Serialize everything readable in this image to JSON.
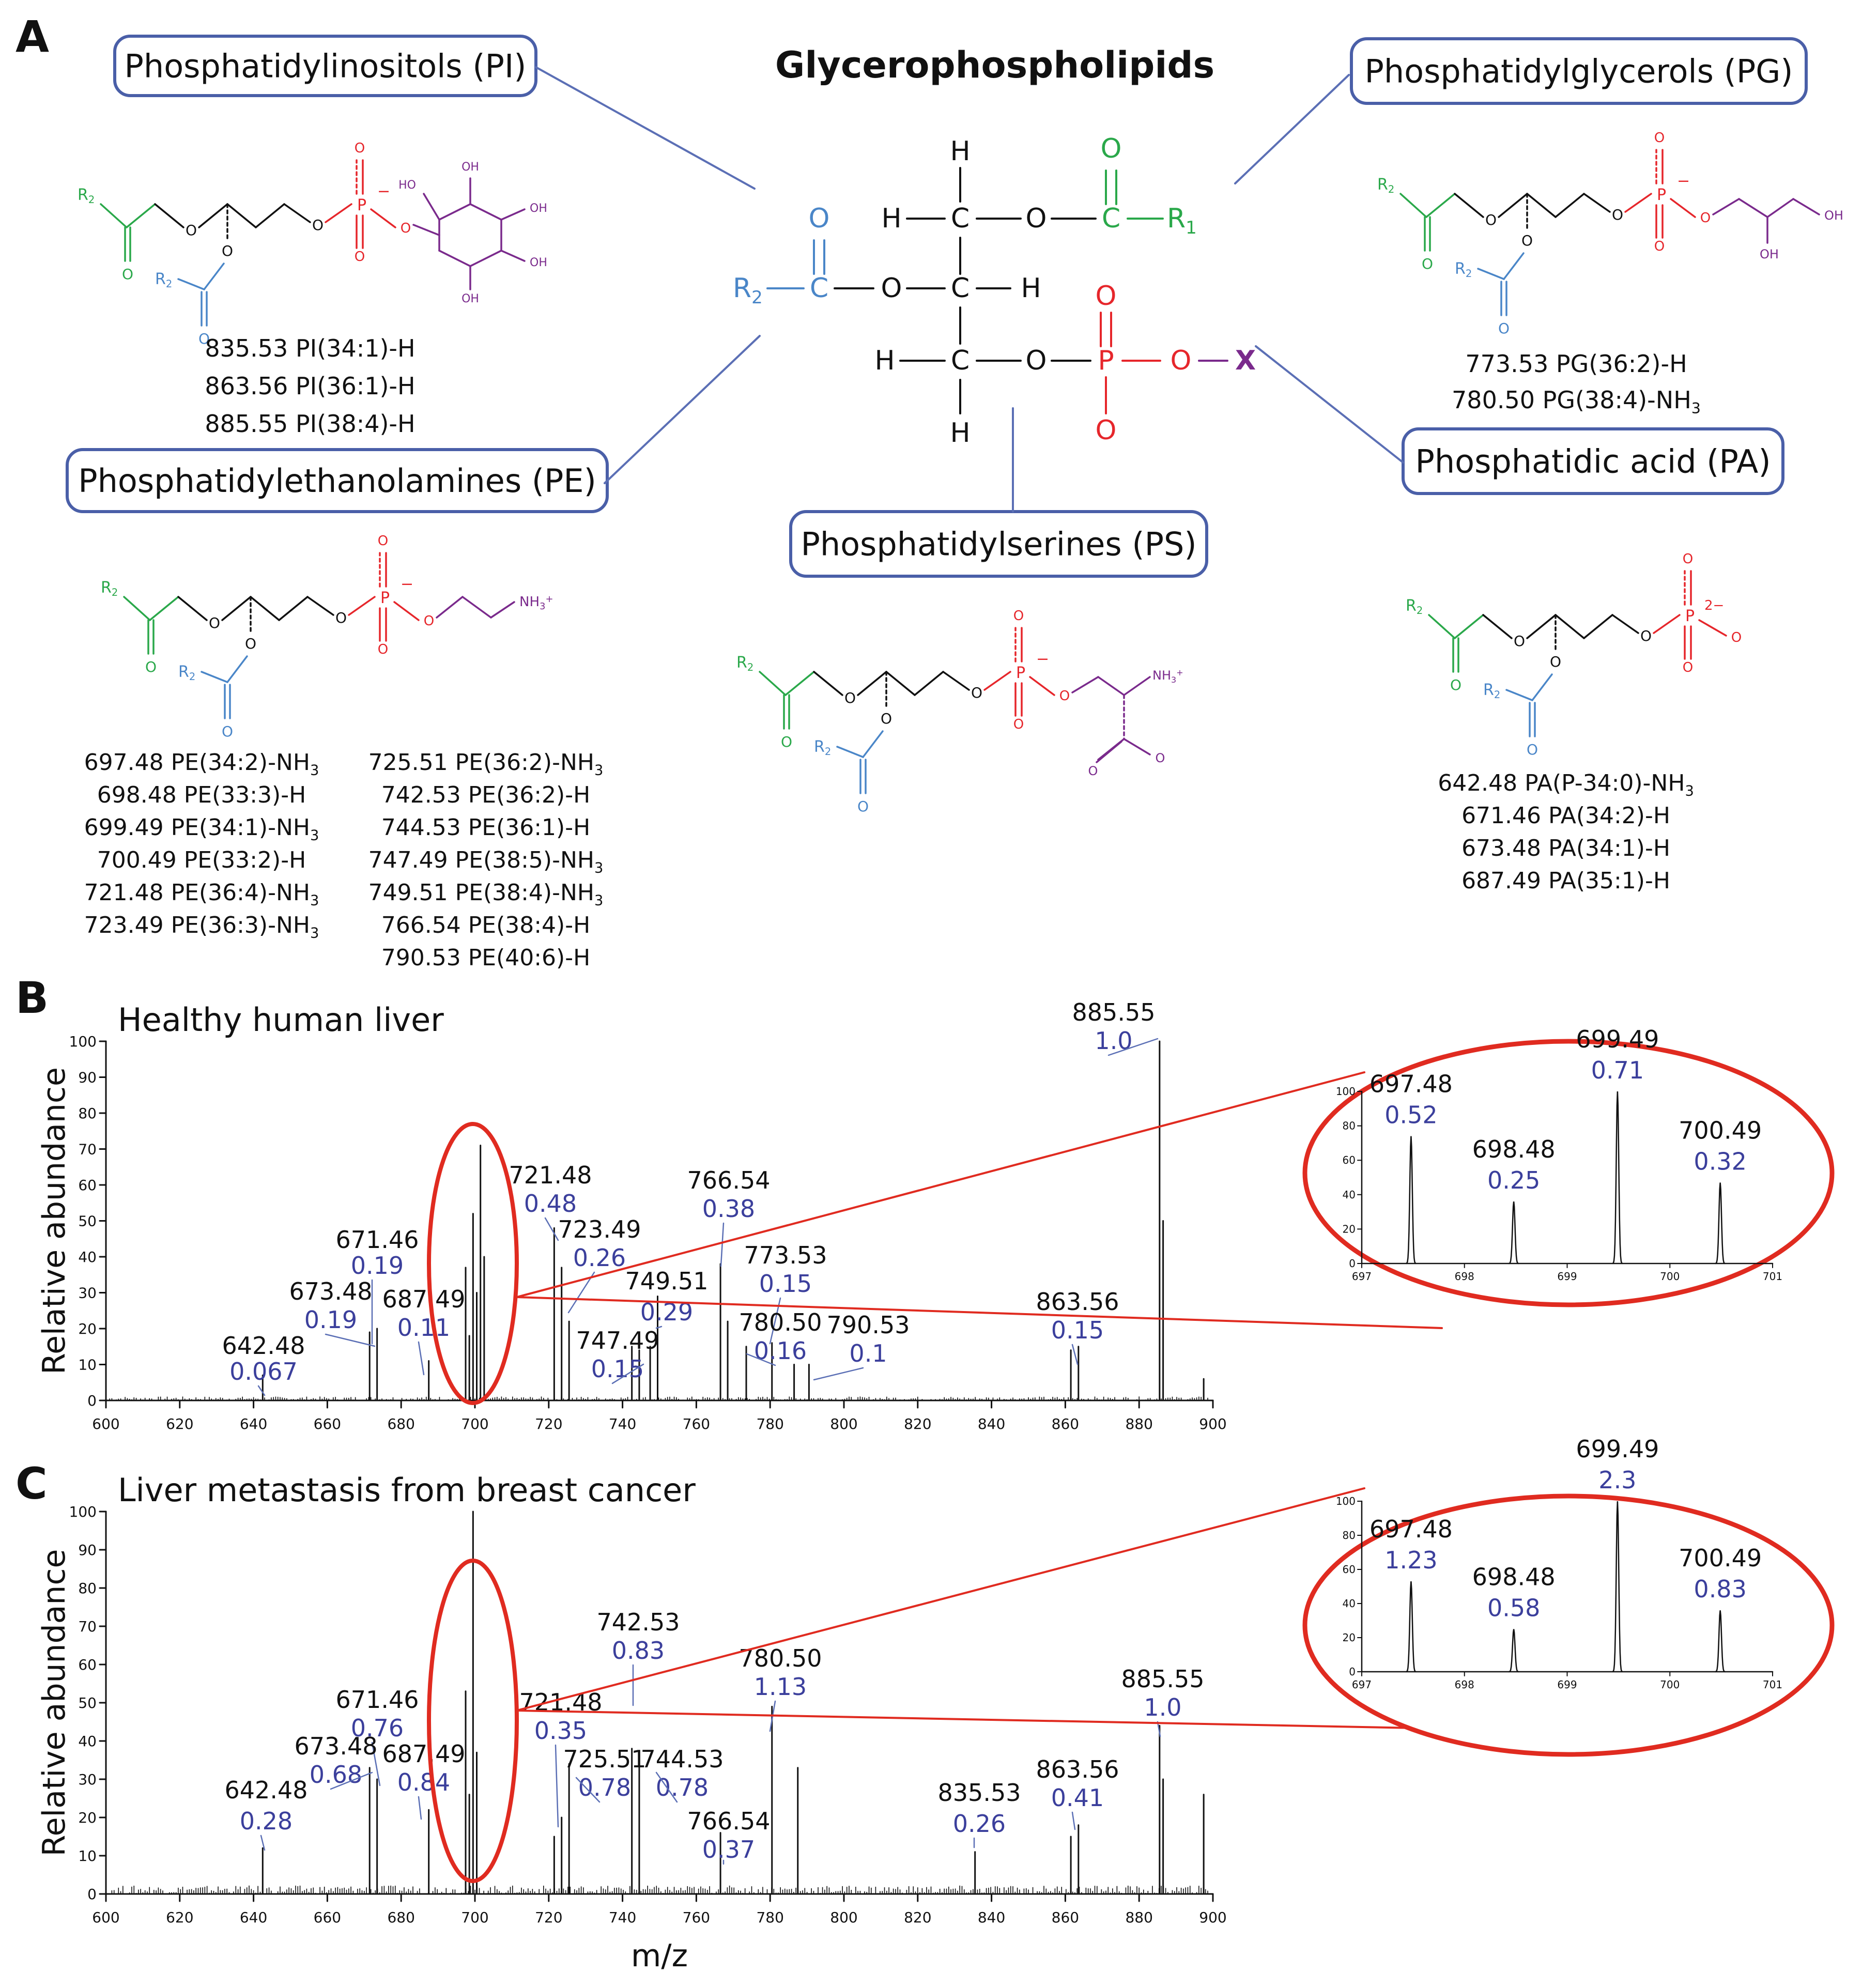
{
  "panel_labels": [
    "A",
    "B",
    "C"
  ],
  "panelA": {
    "title": "Glycerophospholipids",
    "class_boxes": [
      {
        "id": "pi",
        "label": "Phosphatidylinositols (PI)"
      },
      {
        "id": "pg",
        "label": "Phosphatidylglycerols (PG)"
      },
      {
        "id": "pe",
        "label": "Phosphatidylethanolamines (PE)"
      },
      {
        "id": "pa",
        "label": "Phosphatidic acid (PA)"
      },
      {
        "id": "ps",
        "label": "Phosphatidylserines (PS)"
      }
    ],
    "central_structure_labels": {
      "H": "H",
      "C": "C",
      "O": "O",
      "P": "P",
      "R1": "R",
      "R1_sub": "1",
      "R2": "R",
      "R2_sub": "2",
      "X": "X"
    },
    "structure_atoms": {
      "R2": "R",
      "R2_sub": "2",
      "O": "O",
      "P": "P",
      "minus": "−",
      "two_minus": "2−",
      "OH": "OH",
      "HO": "HO",
      "NH3": "NH",
      "NH3_sub": "3",
      "NH3_sup": "+"
    },
    "pi_assignments": [
      "835.53 PI(34:1)-H",
      "863.56 PI(36:1)-H",
      "885.55 PI(38:4)-H"
    ],
    "pg_assignments": [
      {
        "text": "773.53 PG(36:2)-H",
        "sub": ""
      },
      {
        "text": "780.50 PG(38:4)-NH",
        "sub": "3"
      }
    ],
    "pe_assignments_left": [
      {
        "text": "697.48 PE(34:2)-NH",
        "sub": "3"
      },
      {
        "text": "698.48 PE(33:3)-H",
        "sub": ""
      },
      {
        "text": "699.49 PE(34:1)-NH",
        "sub": "3"
      },
      {
        "text": "700.49 PE(33:2)-H",
        "sub": ""
      },
      {
        "text": "721.48 PE(36:4)-NH",
        "sub": "3"
      },
      {
        "text": "723.49 PE(36:3)-NH",
        "sub": "3"
      }
    ],
    "pe_assignments_right": [
      {
        "text": "725.51 PE(36:2)-NH",
        "sub": "3"
      },
      {
        "text": "742.53 PE(36:2)-H",
        "sub": ""
      },
      {
        "text": "744.53 PE(36:1)-H",
        "sub": ""
      },
      {
        "text": "747.49 PE(38:5)-NH",
        "sub": "3"
      },
      {
        "text": "749.51 PE(38:4)-NH",
        "sub": "3"
      },
      {
        "text": "766.54 PE(38:4)-H",
        "sub": ""
      },
      {
        "text": "790.53 PE(40:6)-H",
        "sub": ""
      }
    ],
    "pa_assignments": [
      {
        "text": "642.48 PA(P-34:0)-NH",
        "sub": "3"
      },
      {
        "text": "671.46 PA(34:2)-H",
        "sub": ""
      },
      {
        "text": "673.48 PA(34:1)-H",
        "sub": ""
      },
      {
        "text": "687.49 PA(35:1)-H",
        "sub": ""
      }
    ]
  },
  "chart_data": [
    {
      "type": "line",
      "panel": "B",
      "title": "Healthy human liver",
      "xlabel": "",
      "ylabel": "Relative abundance",
      "xlim": [
        600,
        900
      ],
      "ylim": [
        0,
        100
      ],
      "x_ticks": [
        "600",
        "620",
        "640",
        "660",
        "680",
        "700",
        "720",
        "740",
        "760",
        "780",
        "800",
        "820",
        "840",
        "860",
        "880",
        "900"
      ],
      "y_ticks": [
        "0",
        "10",
        "20",
        "30",
        "40",
        "50",
        "60",
        "70",
        "80",
        "90",
        "100"
      ],
      "peaks": [
        {
          "mz": 642.48,
          "y": 7
        },
        {
          "mz": 671.46,
          "y": 19
        },
        {
          "mz": 673.48,
          "y": 20
        },
        {
          "mz": 687.49,
          "y": 11
        },
        {
          "mz": 697.48,
          "y": 37
        },
        {
          "mz": 698.48,
          "y": 18
        },
        {
          "mz": 699.49,
          "y": 52
        },
        {
          "mz": 700.49,
          "y": 30
        },
        {
          "mz": 701.5,
          "y": 71
        },
        {
          "mz": 702.5,
          "y": 40
        },
        {
          "mz": 721.48,
          "y": 48
        },
        {
          "mz": 723.49,
          "y": 37
        },
        {
          "mz": 725.51,
          "y": 22
        },
        {
          "mz": 742.53,
          "y": 15
        },
        {
          "mz": 744.53,
          "y": 14
        },
        {
          "mz": 747.49,
          "y": 15
        },
        {
          "mz": 749.51,
          "y": 29
        },
        {
          "mz": 766.54,
          "y": 38
        },
        {
          "mz": 768.5,
          "y": 22
        },
        {
          "mz": 773.53,
          "y": 15
        },
        {
          "mz": 780.5,
          "y": 16
        },
        {
          "mz": 786.5,
          "y": 10
        },
        {
          "mz": 790.53,
          "y": 10
        },
        {
          "mz": 861.5,
          "y": 14
        },
        {
          "mz": 863.56,
          "y": 15
        },
        {
          "mz": 885.55,
          "y": 100
        },
        {
          "mz": 886.5,
          "y": 50
        },
        {
          "mz": 897.5,
          "y": 6
        }
      ],
      "annotations": [
        {
          "mz": "642.48",
          "ratio": "0.067"
        },
        {
          "mz": "671.46",
          "ratio": "0.19"
        },
        {
          "mz": "673.48",
          "ratio": "0.19"
        },
        {
          "mz": "687.49",
          "ratio": "0.11"
        },
        {
          "mz": "721.48",
          "ratio": "0.48"
        },
        {
          "mz": "723.49",
          "ratio": "0.26"
        },
        {
          "mz": "749.51",
          "ratio": "0.29"
        },
        {
          "mz": "747.49",
          "ratio": "0.15"
        },
        {
          "mz": "766.54",
          "ratio": "0.38"
        },
        {
          "mz": "773.53",
          "ratio": "0.15"
        },
        {
          "mz": "780.50",
          "ratio": "0.16"
        },
        {
          "mz": "790.53",
          "ratio": "0.1"
        },
        {
          "mz": "863.56",
          "ratio": "0.15"
        },
        {
          "mz": "885.55",
          "ratio": "1.0"
        }
      ],
      "inset": {
        "xlim": [
          697,
          701
        ],
        "ylim": [
          0,
          100
        ],
        "x_ticks": [
          "697",
          "698",
          "699",
          "700",
          "701"
        ],
        "y_ticks": [
          "0",
          "20",
          "40",
          "60",
          "80",
          "100"
        ],
        "peaks": [
          {
            "mz": 697.48,
            "y": 74
          },
          {
            "mz": 698.48,
            "y": 36
          },
          {
            "mz": 699.49,
            "y": 100
          },
          {
            "mz": 700.49,
            "y": 47
          }
        ],
        "annotations": [
          {
            "mz": "697.48",
            "ratio": "0.52"
          },
          {
            "mz": "698.48",
            "ratio": "0.25"
          },
          {
            "mz": "699.49",
            "ratio": "0.71"
          },
          {
            "mz": "700.49",
            "ratio": "0.32"
          }
        ]
      }
    },
    {
      "type": "line",
      "panel": "C",
      "title": "Liver metastasis from breast cancer",
      "xlabel": "m/z",
      "ylabel": "Relative abundance",
      "xlim": [
        600,
        900
      ],
      "ylim": [
        0,
        100
      ],
      "x_ticks": [
        "600",
        "620",
        "640",
        "660",
        "680",
        "700",
        "720",
        "740",
        "760",
        "780",
        "800",
        "820",
        "840",
        "860",
        "880",
        "900"
      ],
      "y_ticks": [
        "0",
        "10",
        "20",
        "30",
        "40",
        "50",
        "60",
        "70",
        "80",
        "90",
        "100"
      ],
      "peaks": [
        {
          "mz": 642.48,
          "y": 12
        },
        {
          "mz": 671.46,
          "y": 33
        },
        {
          "mz": 673.48,
          "y": 30
        },
        {
          "mz": 687.49,
          "y": 22
        },
        {
          "mz": 697.48,
          "y": 53
        },
        {
          "mz": 698.48,
          "y": 26
        },
        {
          "mz": 699.49,
          "y": 100
        },
        {
          "mz": 700.49,
          "y": 37
        },
        {
          "mz": 721.48,
          "y": 15
        },
        {
          "mz": 723.49,
          "y": 20
        },
        {
          "mz": 725.51,
          "y": 34
        },
        {
          "mz": 742.53,
          "y": 38
        },
        {
          "mz": 744.53,
          "y": 35
        },
        {
          "mz": 766.54,
          "y": 16
        },
        {
          "mz": 780.5,
          "y": 49
        },
        {
          "mz": 787.5,
          "y": 33
        },
        {
          "mz": 835.53,
          "y": 11
        },
        {
          "mz": 861.5,
          "y": 15
        },
        {
          "mz": 863.56,
          "y": 18
        },
        {
          "mz": 885.55,
          "y": 44
        },
        {
          "mz": 886.5,
          "y": 30
        },
        {
          "mz": 897.5,
          "y": 26
        }
      ],
      "annotations": [
        {
          "mz": "642.48",
          "ratio": "0.28"
        },
        {
          "mz": "671.46",
          "ratio": "0.76"
        },
        {
          "mz": "673.48",
          "ratio": "0.68"
        },
        {
          "mz": "687.49",
          "ratio": "0.84"
        },
        {
          "mz": "721.48",
          "ratio": "0.35"
        },
        {
          "mz": "742.53",
          "ratio": "0.83"
        },
        {
          "mz": "725.51",
          "ratio": "0.78"
        },
        {
          "mz": "744.53",
          "ratio": "0.78"
        },
        {
          "mz": "766.54",
          "ratio": "0.37"
        },
        {
          "mz": "780.50",
          "ratio": "1.13"
        },
        {
          "mz": "835.53",
          "ratio": "0.26"
        },
        {
          "mz": "863.56",
          "ratio": "0.41"
        },
        {
          "mz": "885.55",
          "ratio": "1.0"
        }
      ],
      "inset": {
        "xlim": [
          697,
          701
        ],
        "ylim": [
          0,
          100
        ],
        "x_ticks": [
          "697",
          "698",
          "699",
          "700",
          "701"
        ],
        "y_ticks": [
          "0",
          "20",
          "40",
          "60",
          "80",
          "100"
        ],
        "peaks": [
          {
            "mz": 697.48,
            "y": 53
          },
          {
            "mz": 698.48,
            "y": 25
          },
          {
            "mz": 699.49,
            "y": 100
          },
          {
            "mz": 700.49,
            "y": 36
          }
        ],
        "annotations": [
          {
            "mz": "697.48",
            "ratio": "1.23"
          },
          {
            "mz": "698.48",
            "ratio": "0.58"
          },
          {
            "mz": "699.49",
            "ratio": "2.3"
          },
          {
            "mz": "700.49",
            "ratio": "0.83"
          }
        ]
      }
    }
  ],
  "colors": {
    "box_border": "#4a5fa8",
    "connector": "#5b6fb5",
    "annotation_ratio": "#3b3f9c",
    "highlight": "#e02b20",
    "green": "#2aa84a",
    "blue": "#4a86c8",
    "red": "#e6262b",
    "purple": "#7a2a8c",
    "black": "#111111"
  }
}
